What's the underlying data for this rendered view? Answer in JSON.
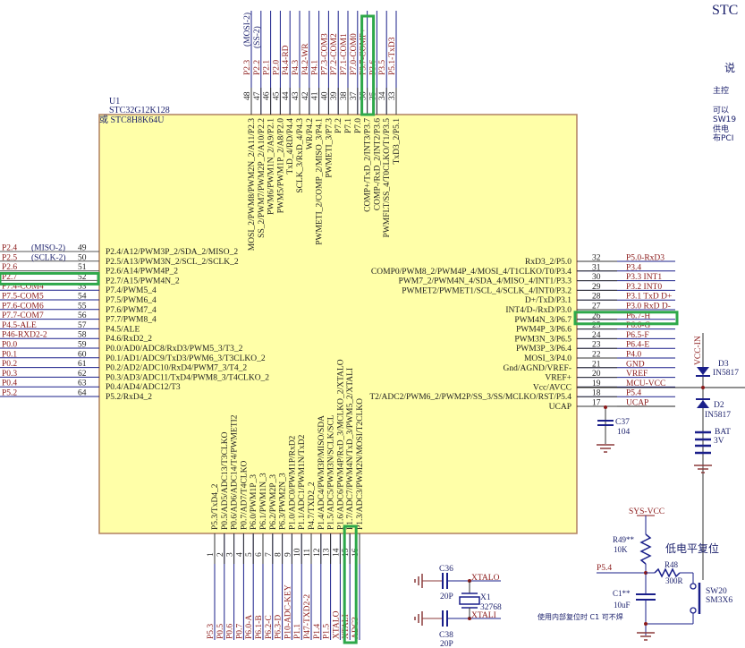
{
  "header": {
    "title_partial": "STC",
    "notes_partial": [
      "说",
      "主控",
      "可以",
      "SW19",
      "供电",
      "布PCI"
    ]
  },
  "chip": {
    "ref": "U1",
    "part": "STC32G12K128",
    "alt_part": "或 STC8H8K64U",
    "body_color": "#ffffa8",
    "body_border": "#b08060"
  },
  "left_pins": [
    {
      "num": "49",
      "net": "P2.4",
      "alt": "(MISO-2)",
      "fn": "P2.4/A12/PWM3P_2/SDA_2/MISO_2"
    },
    {
      "num": "50",
      "net": "P2.5",
      "alt": "(SCLK-2)",
      "fn": "P2.5/A13/PWM3N_2/SCL_2/SCLK_2"
    },
    {
      "num": "51",
      "net": "P2.6",
      "alt": "",
      "fn": "P2.6/A14/PWM4P_2"
    },
    {
      "num": "52",
      "net": "P2.7",
      "alt": "",
      "fn": "P2.7/A15/PWM4N_2",
      "highlight": true
    },
    {
      "num": "53",
      "net": "P7.4-COM4",
      "alt": "",
      "fn": "P7.4/PWM5_4"
    },
    {
      "num": "54",
      "net": "P7.5-COM5",
      "alt": "",
      "fn": "P7.5/PWM6_4"
    },
    {
      "num": "55",
      "net": "P7.6-COM6",
      "alt": "",
      "fn": "P7.6/PWM7_4"
    },
    {
      "num": "56",
      "net": "P7.7-COM7",
      "alt": "",
      "fn": "P7.7/PWM8_4"
    },
    {
      "num": "57",
      "net": "P4.5-ALE",
      "alt": "",
      "fn": "P4.5/ALE"
    },
    {
      "num": "58",
      "net": "P46-RXD2-2",
      "alt": "",
      "fn": "P4.6/RxD2_2"
    },
    {
      "num": "59",
      "net": "P0.0",
      "alt": "",
      "fn": "P0.0/AD0/ADC8/RxD3/PWM5_3/T3_2"
    },
    {
      "num": "60",
      "net": "P0.1",
      "alt": "",
      "fn": "P0.1/AD1/ADC9/TxD3/PWM6_3/T3CLKO_2"
    },
    {
      "num": "61",
      "net": "P0.2",
      "alt": "",
      "fn": "P0.2/AD2/ADC10/RxD4/PWM7_3/T4_2"
    },
    {
      "num": "62",
      "net": "P0.3",
      "alt": "",
      "fn": "P0.3/AD3/ADC11/TxD4/PWM8_3/T4CLKO_2"
    },
    {
      "num": "63",
      "net": "P0.4",
      "alt": "",
      "fn": "P0.4/AD4/ADC12/T3"
    },
    {
      "num": "64",
      "net": "P5.2",
      "alt": "",
      "fn": "P5.2/RxD4_2"
    }
  ],
  "top_pins": [
    {
      "num": "48",
      "net": "P2.3",
      "alt": "(MOSI-2)",
      "fn": "MOSI_2/PWM8/PWM2N_2/A11/P2.3"
    },
    {
      "num": "47",
      "net": "P2.2",
      "alt": "(SS-2)",
      "fn": "SS_2/PWM7/PWM2P_2/A10/P2.2"
    },
    {
      "num": "46",
      "net": "P2.1",
      "alt": "",
      "fn": "PWM6/PWM1N_2/A9/P2.1"
    },
    {
      "num": "45",
      "net": "P2.0",
      "alt": "",
      "fn": "PWM5/PWM1P_2/A8/P2.0"
    },
    {
      "num": "44",
      "net": "P4.4-RD",
      "alt": "",
      "fn": "TxD_4/RD/P4.4"
    },
    {
      "num": "43",
      "net": "P4.3",
      "alt": "",
      "fn": "SCLK_3/RxD_4/P4.3"
    },
    {
      "num": "42",
      "net": "P4.2-WR",
      "alt": "",
      "fn": "WR/P4.2"
    },
    {
      "num": "41",
      "net": "P4.1",
      "alt": "",
      "fn": "PWMETI_2/COMP_2/MISO_3/P4.1"
    },
    {
      "num": "40",
      "net": "P7.3-COM3",
      "alt": "",
      "fn": "PWMETI_3/P7.3"
    },
    {
      "num": "39",
      "net": "P7.2-COM2",
      "alt": "",
      "fn": "P7.2"
    },
    {
      "num": "38",
      "net": "P7.1-COM1",
      "alt": "",
      "fn": "P7.1"
    },
    {
      "num": "37",
      "net": "P7.0-COM0",
      "alt": "",
      "fn": "P7.0"
    },
    {
      "num": "36",
      "net": "P3.7-COMP+",
      "alt": "",
      "fn": "COMP+/TxD_2/INT3/P3.7",
      "highlight": true
    },
    {
      "num": "35",
      "net": "P3.6",
      "alt": "",
      "fn": "COMP-/RxD_2/INT2/P3.6"
    },
    {
      "num": "34",
      "net": "P3.5",
      "alt": "",
      "fn": "PWMFLT/SS_4/T0CLKO/T1/P3.5"
    },
    {
      "num": "33",
      "net": "P5.1-TxD3",
      "alt": "",
      "fn": "TxD3_2/P5.1"
    }
  ],
  "right_pins": [
    {
      "num": "32",
      "net": "P5.0-RxD3",
      "fn": "RxD3_2/P5.0"
    },
    {
      "num": "31",
      "net": "P3.4",
      "fn": "COMP0/PWM8_2/PWM4P_4/MOSI_4/T1CLKO/T0/P3.4"
    },
    {
      "num": "30",
      "net": "P3.3_INT1",
      "fn": "PWM7_2/PWM4N_4/SDA_4/MISO_4/INT1/P3.3"
    },
    {
      "num": "29",
      "net": "P3.2_INT0",
      "fn": "PWMET2/PWMET1/SCL_4/SCLK_4/INT0/P3.2"
    },
    {
      "num": "28",
      "net": "P3.1_TxD_D+",
      "fn": "D+/TxD/P3.1"
    },
    {
      "num": "27",
      "net": "P3.0_RxD_D-",
      "fn": "INT4/D-/RxD/P3.0"
    },
    {
      "num": "26",
      "net": "P6.7-H",
      "fn": "PWM4N_3/P6.7",
      "highlight": true
    },
    {
      "num": "25",
      "net": "P6.6-G",
      "fn": "PWM4P_3/P6.6"
    },
    {
      "num": "24",
      "net": "P6.5-F",
      "fn": "PWM3N_3/P6.5"
    },
    {
      "num": "23",
      "net": "P6.4-E",
      "fn": "PWM3P_3/P6.4"
    },
    {
      "num": "22",
      "net": "P4.0",
      "fn": "MOSI_3/P4.0"
    },
    {
      "num": "21",
      "net": "GND",
      "fn": "Gnd/AGND/VREF-"
    },
    {
      "num": "20",
      "net": "VREF",
      "fn": "VREF+"
    },
    {
      "num": "19",
      "net": "MCU-VCC",
      "fn": "Vcc/AVCC"
    },
    {
      "num": "18",
      "net": "P5.4",
      "fn": "T2/ADC2/PWM6_2/PWM2P/SS_3/SS/MCLKO/RST/P5.4"
    },
    {
      "num": "17",
      "net": "UCAP",
      "fn": "UCAP"
    }
  ],
  "bottom_pins": [
    {
      "num": "1",
      "net": "P5.3",
      "fn": "P5.3/TxD4_2"
    },
    {
      "num": "2",
      "net": "P0.5",
      "fn": "P0.5/AD5/ADC13/T3CLKO"
    },
    {
      "num": "3",
      "net": "P0.6",
      "fn": "P0.6/AD6/ADC14/T4/PWMETI2"
    },
    {
      "num": "4",
      "net": "P0.7",
      "fn": "P0.7/AD7/T4CLKO"
    },
    {
      "num": "5",
      "net": "P6.0-A",
      "fn": "P6.0/PWM1P_3"
    },
    {
      "num": "6",
      "net": "P6.1-B",
      "fn": "P6.1/PWM1N_3"
    },
    {
      "num": "7",
      "net": "P6.2-C",
      "fn": "P6.2/PWM2P_3"
    },
    {
      "num": "8",
      "net": "P6.3-D",
      "fn": "P6.3/PWM2N_3"
    },
    {
      "num": "9",
      "net": "P10-ADC-KEY",
      "fn": "P1.0/ADC0/PWM1P/RxD2"
    },
    {
      "num": "10",
      "net": "P1.1",
      "fn": "P1.1/ADC1/PWM1N/TxD2"
    },
    {
      "num": "11",
      "net": "P47-TXD2-2",
      "fn": "P4.7/TXD2_2"
    },
    {
      "num": "12",
      "net": "P1.4",
      "fn": "P1.4/ADC4/PWM3P/MISO/SDA"
    },
    {
      "num": "13",
      "net": "P1.5",
      "fn": "P1.5/ADC5/PWM3N/SCLK/SCL"
    },
    {
      "num": "14",
      "net": "XTALO",
      "fn": "P1.6/ADC6/PWM4P/RxD_3/MCLKO_2/XTALO"
    },
    {
      "num": "15",
      "net": "XTALI",
      "fn": "P1.7/ADC7/PWM4N/TxD_3/PWM5_2/XTALI",
      "highlight": true
    },
    {
      "num": "16",
      "net": "ADC3",
      "fn": "P1.3/ADC3/PWM2N/MOSI/T2CLKO"
    }
  ],
  "ucap_cap": {
    "ref": "C37",
    "value": "104"
  },
  "power": {
    "vcc_in": "VCC-IN",
    "d3": {
      "ref": "D3",
      "value": "IN5817"
    },
    "d2": {
      "ref": "D2",
      "value": "IN5817"
    },
    "bat": {
      "ref": "BAT",
      "value": "3V"
    }
  },
  "crystal": {
    "c36": {
      "ref": "C36",
      "value": "20P"
    },
    "c38": {
      "ref": "C38",
      "value": "20P"
    },
    "x1": {
      "ref": "X1",
      "value": "32768"
    },
    "net_o": "XTALO",
    "net_i": "XTALI"
  },
  "reset": {
    "supply": "SYS-VCC",
    "r49": {
      "ref": "R49**",
      "value": "10K"
    },
    "r48": {
      "ref": "R48",
      "value": "300R"
    },
    "c1": {
      "ref": "C1**",
      "value": "10uF"
    },
    "sw": {
      "ref": "SW20",
      "value": "SM3X6"
    },
    "net": "P5.4",
    "title": "低电平复位",
    "note": "使用内部复位时 C1 可不焊"
  },
  "colors": {
    "wire_blue": "#1a1f8a",
    "net_red": "#8b1a1a",
    "highlight_green": "#2ea84a",
    "ground_red": "#8b3a3a"
  }
}
